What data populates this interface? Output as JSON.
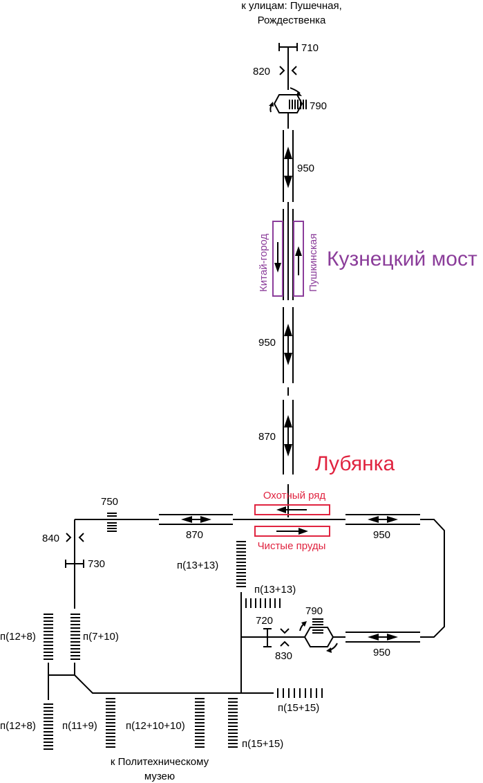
{
  "colors": {
    "kuznetsky": "#8b3d9a",
    "lubyanka": "#e0233f",
    "lines": "#000000"
  },
  "top_destination": [
    "к улицам: Пушечная,",
    "Рождественка"
  ],
  "bottom_destination": [
    "к Политехническому",
    "музею"
  ],
  "stations": {
    "kuznetsky": {
      "name": "Кузнецкий мост",
      "platform_left": "Китай-город",
      "platform_right": "Пушкинская"
    },
    "lubyanka": {
      "name": "Лубянка",
      "platform_top": "Охотный ряд",
      "platform_bottom": "Чистые пруды"
    }
  },
  "labels": {
    "n710": "710",
    "n820": "820",
    "n790_top": "790",
    "n950_a": "950",
    "n950_b": "950",
    "n870_v": "870",
    "n750": "750",
    "n870_h": "870",
    "n950_right_top": "950",
    "n840": "840",
    "n730": "730",
    "p13_13_a": "п(13+13)",
    "p13_13_b": "п(13+13)",
    "n720": "720",
    "n790_b": "790",
    "n830": "830",
    "n950_right_bottom": "950",
    "p12_8_a": "п(12+8)",
    "p7_10": "п(7+10)",
    "p12_8_b": "п(12+8)",
    "p11_9": "п(11+9)",
    "p12_10_10": "п(12+10+10)",
    "p15_15_a": "п(15+15)",
    "p15_15_b": "п(15+15)"
  }
}
